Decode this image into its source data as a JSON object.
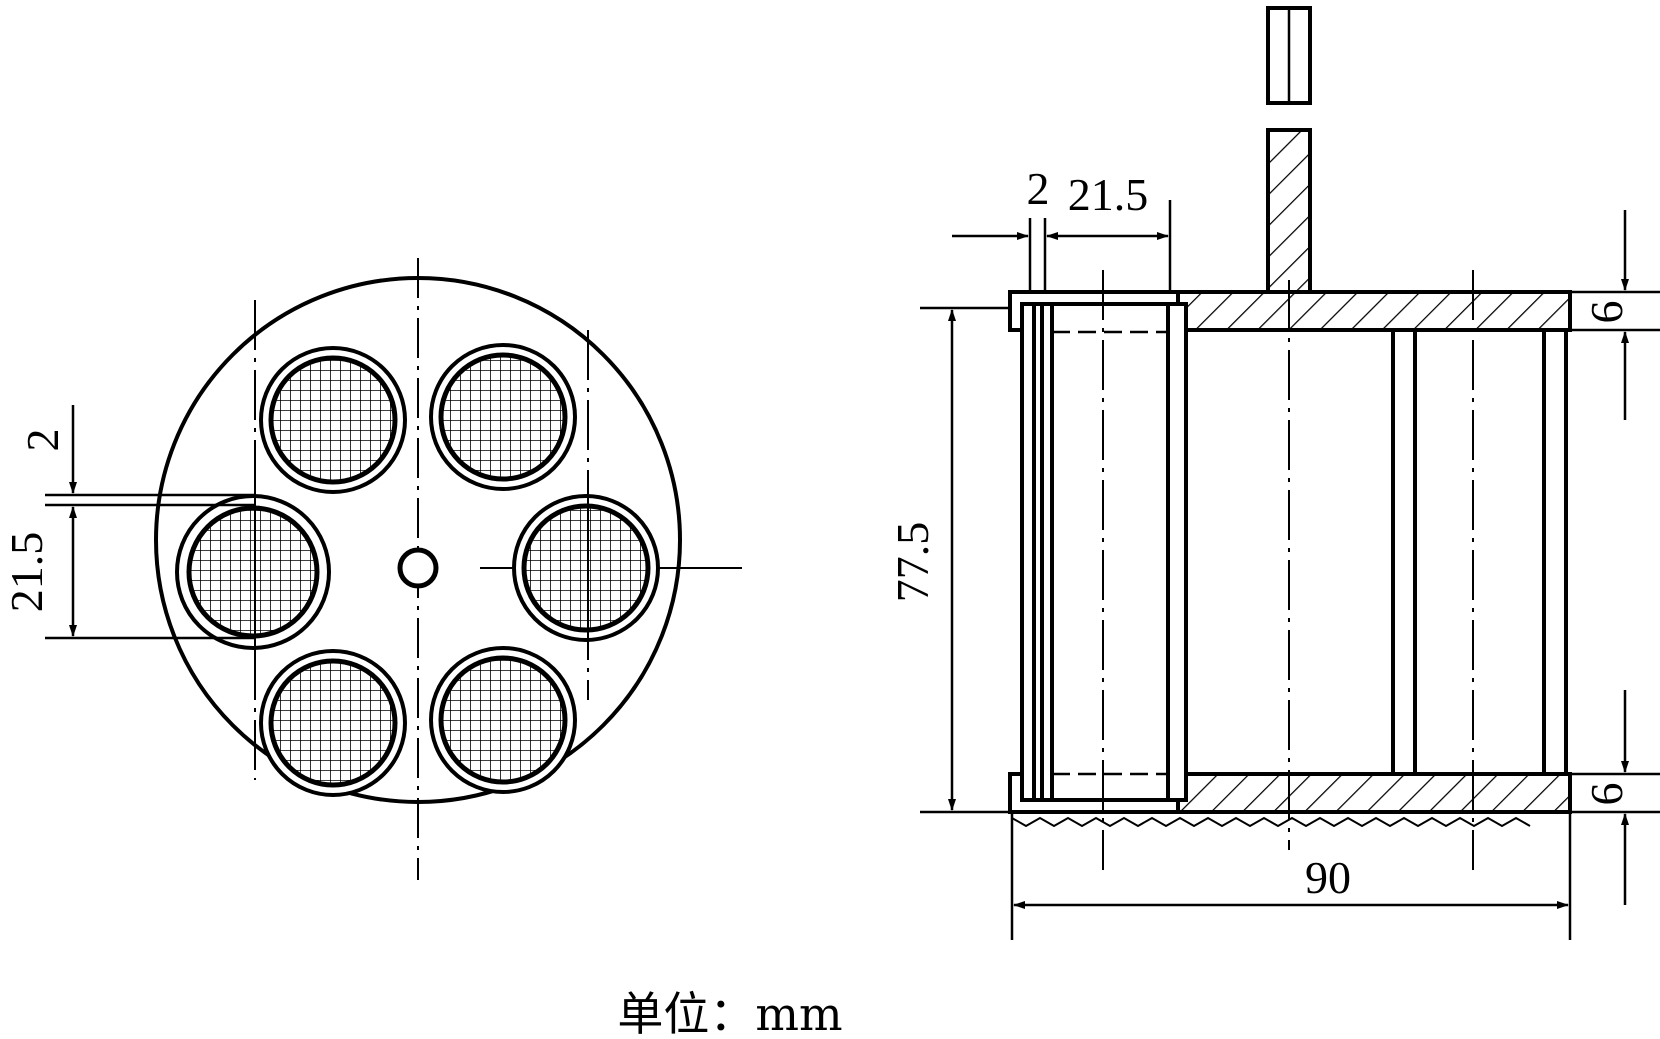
{
  "colors": {
    "ink": "#000000",
    "paper": "#ffffff"
  },
  "top_view": {
    "dim_gap": "2",
    "dim_hole": "21.5"
  },
  "side_view": {
    "dim_gap": "2",
    "dim_hole": "21.5",
    "dim_height": "77.5",
    "dim_plate_top": "6",
    "dim_plate_bottom": "6",
    "dim_width": "90"
  },
  "caption": "单位：mm"
}
